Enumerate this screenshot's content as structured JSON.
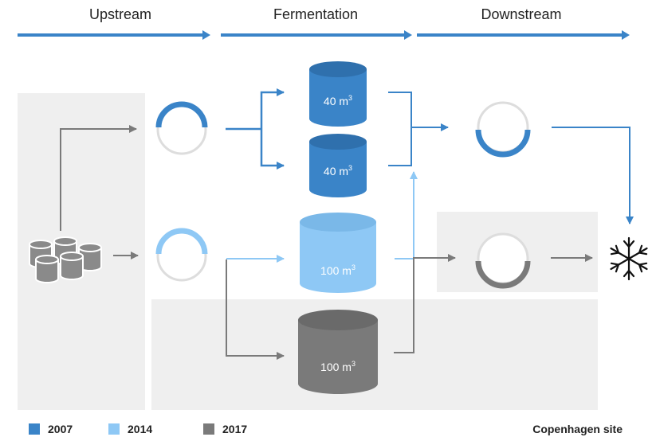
{
  "stages": {
    "upstream": "Upstream",
    "fermentation": "Fermentation",
    "downstream": "Downstream"
  },
  "tanks": [
    {
      "label": "40 m",
      "sup": "3",
      "year": "2007"
    },
    {
      "label": "40 m",
      "sup": "3",
      "year": "2007"
    },
    {
      "label": "100 m",
      "sup": "3",
      "year": "2014"
    },
    {
      "label": "100 m",
      "sup": "3",
      "year": "2017"
    }
  ],
  "legend": [
    {
      "label": "2007",
      "color": "#3a84c8"
    },
    {
      "label": "2014",
      "color": "#8ec8f5"
    },
    {
      "label": "2017",
      "color": "#7a7a7a"
    }
  ],
  "site_label": "Copenhagen site",
  "colors": {
    "blue": "#3a84c8",
    "light_blue": "#8ec8f5",
    "grey": "#7a7a7a",
    "panel": "#efefef"
  }
}
